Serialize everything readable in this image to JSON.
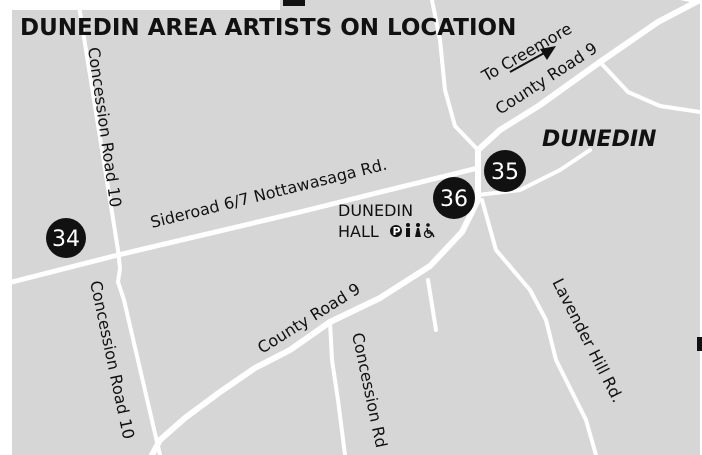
{
  "title": "DUNEDIN AREA ARTISTS ON LOCATION",
  "town": "DUNEDIN",
  "direction": "To Creemore",
  "roads": {
    "concession_10_north": "Concession Road 10",
    "concession_10_south": "Concession Road 10",
    "sideroad": "Sideroad 6/7 Nottawasaga Rd.",
    "county_road_9_north": "County Road 9",
    "county_road_9_south": "County Road 9",
    "concession_rd": "Concession Rd",
    "lavender_hill": "Lavender Hill Rd."
  },
  "venue": {
    "line1": "DUNEDIN",
    "line2": "HALL",
    "amenities": [
      "parking-icon",
      "restroom-icon",
      "accessible-icon"
    ],
    "parking_glyph": "P",
    "restroom_glyph": "🚻",
    "accessible_glyph": "♿"
  },
  "markers": [
    {
      "id": "34",
      "label": "34"
    },
    {
      "id": "35",
      "label": "35"
    },
    {
      "id": "36",
      "label": "36"
    }
  ],
  "colors": {
    "land": "#d6d6d6",
    "road": "#ffffff",
    "marker": "#111111",
    "text": "#111111"
  }
}
